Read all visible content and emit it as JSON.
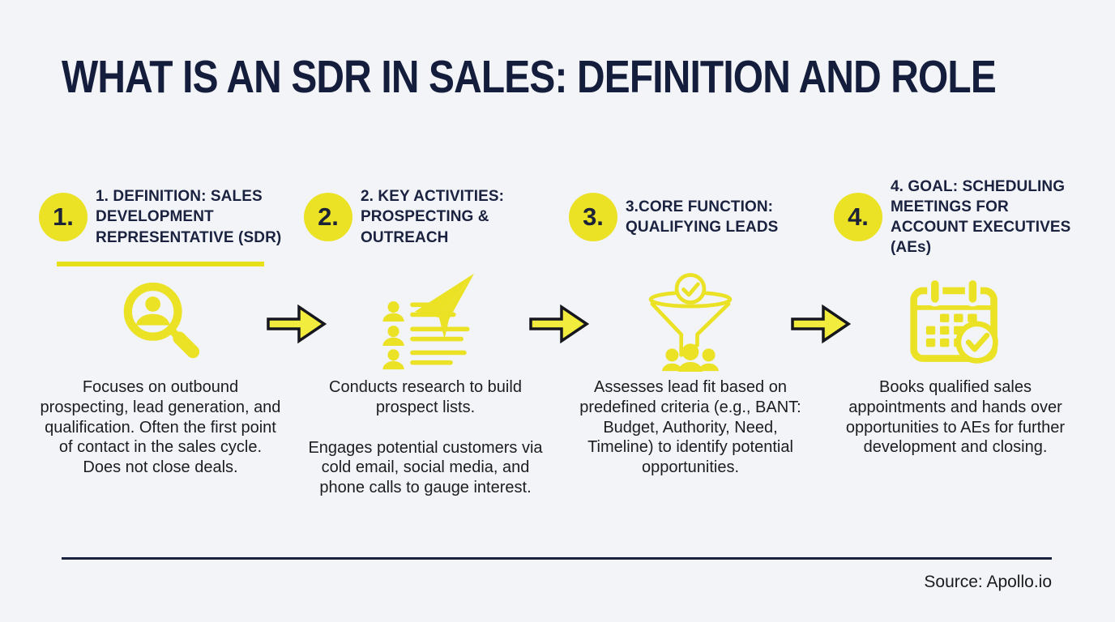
{
  "title": "WHAT IS AN SDR IN SALES: DEFINITION AND ROLE",
  "source": "Source: Apollo.io",
  "colors": {
    "background": "#f2f4f7",
    "navy": "#1a2240",
    "yellow": "#ebe226",
    "arrow_fill": "#f1ec3e",
    "arrow_outline": "#16161e",
    "body_text": "#1d1d1f"
  },
  "steps": [
    {
      "number": "1.",
      "heading": "1. DEFINITION: SALES DEVELOPMENT REPRESENTATIVE (SDR)",
      "icon": "person-search-icon",
      "body": [
        "Focuses on outbound prospecting, lead generation, and qualification. Often the first point of contact in the sales cycle.",
        "Does not close deals."
      ]
    },
    {
      "number": "2.",
      "heading": "2. KEY ACTIVITIES: PROSPECTING & OUTREACH",
      "icon": "prospect-list-send-icon",
      "body": [
        "Conducts research to build prospect lists.",
        "Engages potential customers via cold email, social media, and phone calls to gauge interest."
      ]
    },
    {
      "number": "3.",
      "heading": "3.CORE FUNCTION: QUALIFYING LEADS",
      "icon": "lead-funnel-icon",
      "body": [
        "Assesses lead fit based on predefined criteria (e.g., BANT: Budget, Authority, Need, Timeline) to identify potential opportunities."
      ]
    },
    {
      "number": "4.",
      "heading": "4. GOAL: SCHEDULING MEETINGS FOR ACCOUNT EXECUTIVES (AEs)",
      "icon": "calendar-check-icon",
      "body": [
        "Books qualified sales appointments and hands over opportunities to AEs for further development and closing."
      ]
    }
  ]
}
